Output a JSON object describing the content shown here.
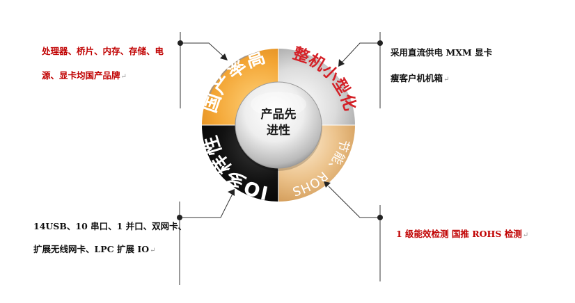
{
  "center": {
    "line1": "产品先",
    "line2": "进性"
  },
  "segments": {
    "top_left": "国产率高",
    "top_right": "整机小型化",
    "bottom_right": "节能、ROHS",
    "bottom_left": "IO多样性"
  },
  "callouts": {
    "top_left": {
      "line1": "处理器、桥片、内存、存储、电",
      "line2": "源、显卡均国产品牌",
      "color": "#c00000"
    },
    "top_right": {
      "line1": "采用直流供电 MXM 显卡",
      "line2": "瘦客户机机箱",
      "color": "#111111"
    },
    "bottom_left": {
      "line1": "14USB、10 串口、1 并口、双网卡、",
      "line2": "扩展无线网卡、LPC 扩展 IO",
      "color": "#111111"
    },
    "bottom_right": {
      "line1": "1 级能效检测 国推 ROHS 检测",
      "color": "#c00000"
    }
  },
  "paragraph_mark": "↵",
  "colors": {
    "orange": "#f2a53c",
    "silver": "#cfcfcf",
    "peach": "#e9bf85",
    "black": "#0d0d0d",
    "red_text": "#d42027",
    "red_callout": "#c00000"
  }
}
